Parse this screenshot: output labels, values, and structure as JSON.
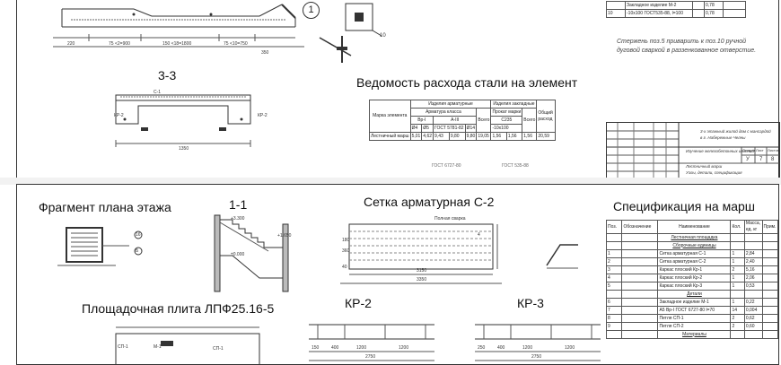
{
  "top_sheet": {
    "section_title": "3-3",
    "section_labels": {
      "c1": "С-1",
      "kr2_left": "КР-2",
      "kr2_right": "КР-2",
      "width": "1350"
    },
    "dims_top": [
      "220",
      "75 <2=900",
      "150 <18=1800",
      "75 <10=750",
      "350"
    ],
    "marker_number": "1",
    "marker_label": "10",
    "steel_title": "Ведомость расхода стали на элемент",
    "steel_table": {
      "col_mark": "Марка элемента",
      "h_rebar": "Изделия арматурные",
      "h_embed": "Изделия закладные",
      "rebar_class": "Арматура класса",
      "vr1": "Вр-I",
      "a3": "А-III",
      "gost1": "ГОСТ 6727-80",
      "gost2": "ГОСТ 5781-82",
      "total": "Всего",
      "prokat": "Прокат марки",
      "c235": "С235",
      "gost3": "ГОСТ 535-88",
      "size": "-10х100",
      "common": "Общий расход",
      "d4": "Ø4",
      "d5": "Ø5",
      "d14": "Ø14",
      "row_label": "Лестничный марш",
      "row_values": [
        "5,01",
        "4,62",
        "9,43",
        "9,80",
        "9,80",
        "19,05",
        "1,56",
        "1,56",
        "1,56",
        "20,59"
      ]
    },
    "right_table": {
      "r1_text": "Закладное изделие М-2",
      "r1_val": "0,78",
      "r2_num": "10",
      "r2_text": "-10х100 ГОСТ535-88, l=100",
      "r2_val": "0,78"
    },
    "note_lines": [
      "Стержень поз.5 приварить к поз.10 ручной",
      "дуговой сваркой в раззенкованное отверстие."
    ],
    "stamp": {
      "project": "3-х этажный жилой дом с мансардой",
      "location": "в г. Набережные Челны",
      "part": "Изучение железобетонных изделий",
      "stage_label": "Стадия",
      "sheet_label": "Лист",
      "sheets_label": "Листов",
      "stage": "У",
      "sheet": "7",
      "sheets": "8",
      "sheet_name": "Лестничный марш",
      "sheet_name2": "Узлы, детали, спецификация"
    }
  },
  "bottom_sheet": {
    "fragment_title": "Фрагмент плана этажа",
    "section_11_title": "1-1",
    "levels": [
      "+3.300",
      "+1.650",
      "±0.000"
    ],
    "grid_labels": [
      "16",
      "Б"
    ],
    "mesh_title": "Сетка арматурная  С-2",
    "mesh_labels": {
      "leader": "Полная сварка",
      "pos": "4",
      "dim_inner": "3150",
      "dim_outer": "3350",
      "h1": "180",
      "h2": "360",
      "h3": "40"
    },
    "plate_title": "Площадочная плита ЛПФ25.16-5",
    "plate_labels": [
      "СП-1",
      "М-1",
      "СП-1"
    ],
    "kr2_title": "КР-2",
    "kr3_title": "КР-3",
    "kr2_dims": [
      "150",
      "400",
      "1200",
      "1200",
      "2750"
    ],
    "kr3_dims": [
      "250",
      "400",
      "1200",
      "1200",
      "2750"
    ],
    "spec_title": "Спецификация на марш",
    "spec_headers": [
      "Поз.",
      "Обозначение",
      "Наименование",
      "Кол.",
      "Масса, ед. кг",
      "Прим."
    ],
    "spec_rows": [
      {
        "pos": "",
        "name": "Лестничная площадка",
        "qty": "",
        "mass": ""
      },
      {
        "pos": "",
        "name": "Сборочные единицы",
        "qty": "",
        "mass": ""
      },
      {
        "pos": "1",
        "name": "Сетка арматурная С-1",
        "qty": "1",
        "mass": "2,84"
      },
      {
        "pos": "2",
        "name": "Сетка арматурная С-2",
        "qty": "1",
        "mass": "2,40"
      },
      {
        "pos": "3",
        "name": "Каркас плоский Кр-1",
        "qty": "2",
        "mass": "5,16"
      },
      {
        "pos": "4",
        "name": "Каркас плоский Кр-2",
        "qty": "1",
        "mass": "2,06"
      },
      {
        "pos": "5",
        "name": "Каркас плоский Кр-3",
        "qty": "1",
        "mass": "0,53"
      },
      {
        "pos": "",
        "name": "Детали",
        "qty": "",
        "mass": ""
      },
      {
        "pos": "6",
        "name": "Закладное изделие М-1",
        "qty": "1",
        "mass": "0,22"
      },
      {
        "pos": "7",
        "name": "А5 Вр-I  ГОСТ 6727-80 l=70",
        "qty": "14",
        "mass": "0,004"
      },
      {
        "pos": "8",
        "name": "Петля СП-1",
        "qty": "2",
        "mass": "0,62"
      },
      {
        "pos": "9",
        "name": "Петля СП-2",
        "qty": "2",
        "mass": "0,60"
      },
      {
        "pos": "",
        "name": "Материалы",
        "qty": "",
        "mass": ""
      }
    ]
  }
}
